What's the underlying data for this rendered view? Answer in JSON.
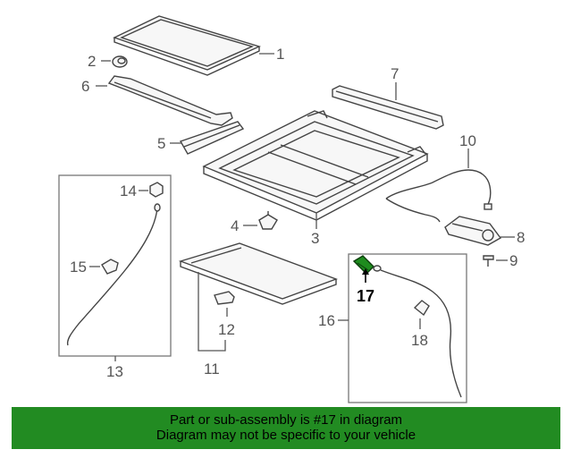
{
  "callouts": {
    "c1": "1",
    "c2": "2",
    "c3": "3",
    "c4": "4",
    "c5": "5",
    "c6": "6",
    "c7": "7",
    "c8": "8",
    "c9": "9",
    "c10": "10",
    "c11": "11",
    "c12": "12",
    "c13": "13",
    "c14": "14",
    "c15": "15",
    "c16": "16",
    "c17": "17",
    "c18": "18"
  },
  "highlight": {
    "part": "17",
    "color": "#1e8c1e"
  },
  "banner": {
    "line1": "Part or sub-assembly is #17 in diagram",
    "line2": "Diagram may not be specific to your vehicle",
    "color": "#228b22"
  }
}
